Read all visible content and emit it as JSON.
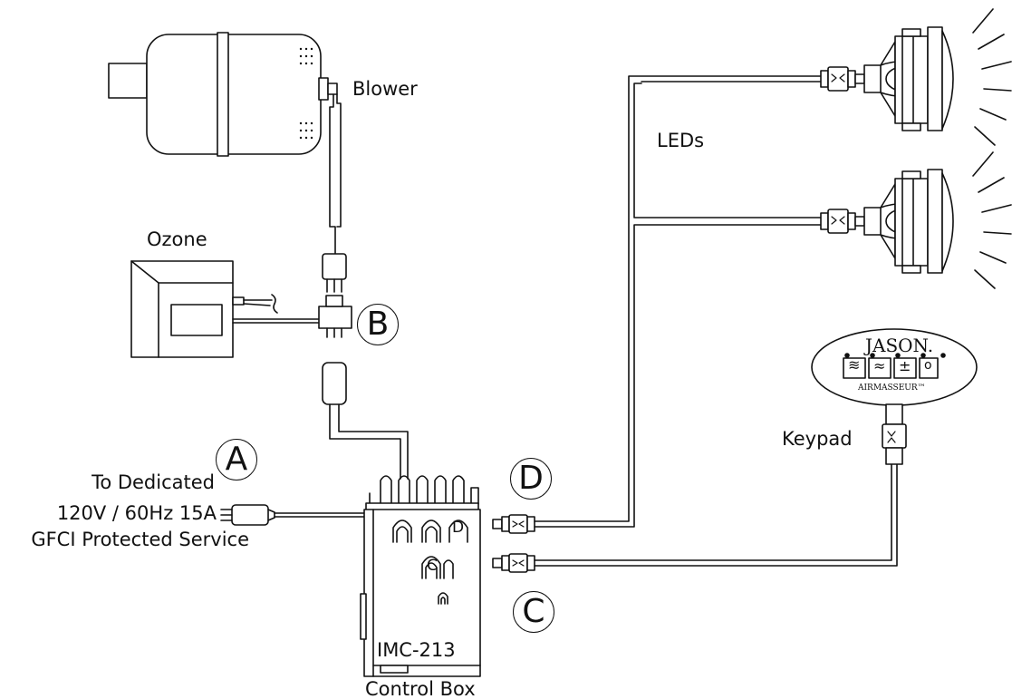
{
  "labels": {
    "blower": "Blower",
    "ozone": "Ozone",
    "leds": "LEDs",
    "keypad": "Keypad",
    "service_line1": "To Dedicated",
    "service_line2": "120V / 60Hz 15A",
    "service_line3": "GFCI Protected Service",
    "model": "IMC-213",
    "control_box": "Control Box"
  },
  "callouts": {
    "a": "A",
    "b": "B",
    "c": "C",
    "d": "D"
  },
  "box_ports": {
    "d": "D",
    "c": "C"
  },
  "keypad_face": {
    "brand": "JASON.",
    "product": "AIRMASSEUR™",
    "buttons": [
      "≋",
      "≈",
      "±",
      "o"
    ]
  }
}
